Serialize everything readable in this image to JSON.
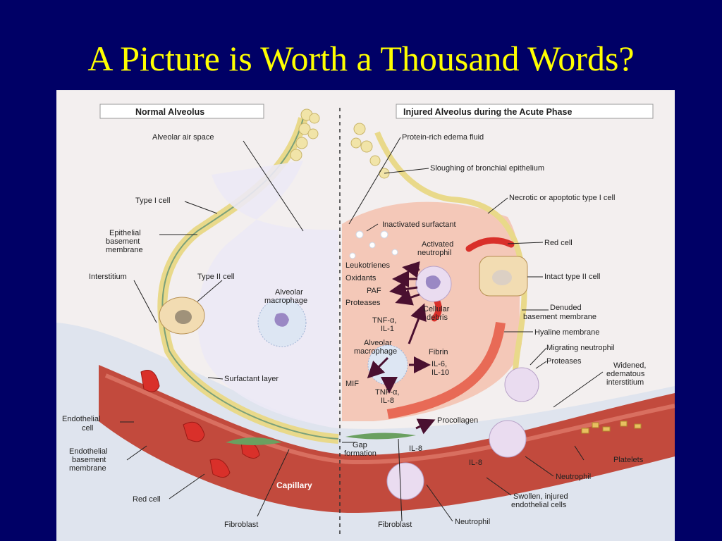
{
  "slide": {
    "title": "A Picture is Worth a Thousand Words?"
  },
  "figure": {
    "panel_left": "Normal Alveolus",
    "panel_right": "Injured Alveolus during the Acute Phase",
    "capillary": "Capillary",
    "left_labels": {
      "alveolar_air_space": "Alveolar air space",
      "type_i_cell": "Type I cell",
      "epithelial_bm_1": "Epithelial",
      "epithelial_bm_2": "basement",
      "epithelial_bm_3": "membrane",
      "interstitium": "Interstitium",
      "type_ii_cell": "Type II cell",
      "alveolar_macrophage_1": "Alveolar",
      "alveolar_macrophage_2": "macrophage",
      "surfactant_layer": "Surfactant layer",
      "endothelial_cell_1": "Endothelial",
      "endothelial_cell_2": "cell",
      "endothelial_bm_1": "Endothelial",
      "endothelial_bm_2": "basement",
      "endothelial_bm_3": "membrane",
      "red_cell": "Red cell",
      "fibroblast": "Fibroblast"
    },
    "right_labels": {
      "edema_fluid": "Protein-rich edema fluid",
      "sloughing": "Sloughing of bronchial epithelium",
      "necrotic": "Necrotic or apoptotic type I cell",
      "inactivated_surfactant": "Inactivated surfactant",
      "activated_neutrophil_1": "Activated",
      "activated_neutrophil_2": "neutrophil",
      "red_cell": "Red cell",
      "leukotrienes": "Leukotrienes",
      "oxidants": "Oxidants",
      "paf": "PAF",
      "proteases": "Proteases",
      "intact_type_ii": "Intact type II cell",
      "tnf_il1_1": "TNF-α,",
      "tnf_il1_2": "IL-1",
      "cellular_debris_1": "Cellular",
      "cellular_debris_2": "debris",
      "denuded_1": "Denuded",
      "denuded_2": "basement membrane",
      "hyaline": "Hyaline membrane",
      "alveolar_macrophage_1": "Alveolar",
      "alveolar_macrophage_2": "macrophage",
      "fibrin": "Fibrin",
      "migrating_neutrophil": "Migrating neutrophil",
      "il6_1": "IL-6,",
      "il6_2": "IL-10",
      "proteases_2": "Proteases",
      "widened_1": "Widened,",
      "widened_2": "edematous",
      "widened_3": "interstitium",
      "mif": "MIF",
      "tnf_il8_1": "TNF-α,",
      "tnf_il8_2": "IL-8",
      "procollagen": "Procollagen",
      "gap_1": "Gap",
      "gap_2": "formation",
      "il8_a": "IL-8",
      "il8_b": "IL-8",
      "platelets": "Platelets",
      "neutrophil_1": "Neutrophil",
      "swollen_1": "Swollen, injured",
      "swollen_2": "endothelial cells",
      "fibroblast": "Fibroblast",
      "neutrophil_2": "Neutrophil"
    }
  }
}
